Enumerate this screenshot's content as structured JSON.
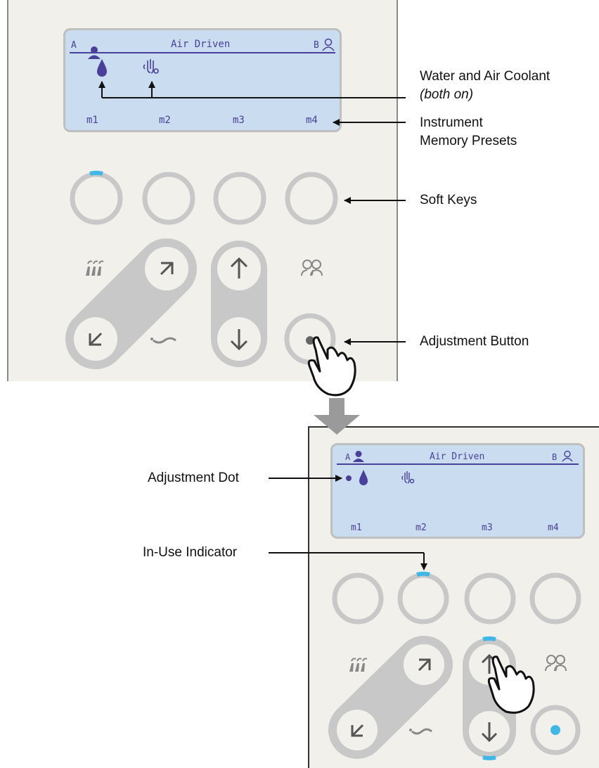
{
  "top_display": {
    "profile_a": "A",
    "mode": "Air Driven",
    "profile_b": "B",
    "presets": [
      "m1",
      "m2",
      "m3",
      "m4"
    ]
  },
  "bottom_display": {
    "profile_a": "A",
    "mode": "Air Driven",
    "profile_b": "B",
    "presets": [
      "m1",
      "m2",
      "m3",
      "m4"
    ]
  },
  "callouts": {
    "coolant_line1": "Water and Air Coolant",
    "coolant_line2": "(both on)",
    "presets_line1": "Instrument",
    "presets_line2": "Memory Presets",
    "soft_keys": "Soft Keys",
    "adjustment_button": "Adjustment Button",
    "adjustment_dot": "Adjustment Dot",
    "in_use_indicator": "In-Use Indicator"
  },
  "colors": {
    "panel": "#f1f0eb",
    "button_ring": "#c8c8c8",
    "lcd_background": "#c9dcf0",
    "lcd_ink": "#4a3f9a",
    "indicator": "#3fb8e8"
  },
  "icons": [
    "user-filled-icon",
    "user-outline-icon",
    "water-drop-icon",
    "air-coolant-icon",
    "handpieces-icon",
    "arrow-up-right-icon",
    "arrow-down-left-icon",
    "arrow-up-icon",
    "arrow-down-icon",
    "wave-icon",
    "users-icon",
    "pointing-hand-icon",
    "flow-arrow-icon"
  ]
}
